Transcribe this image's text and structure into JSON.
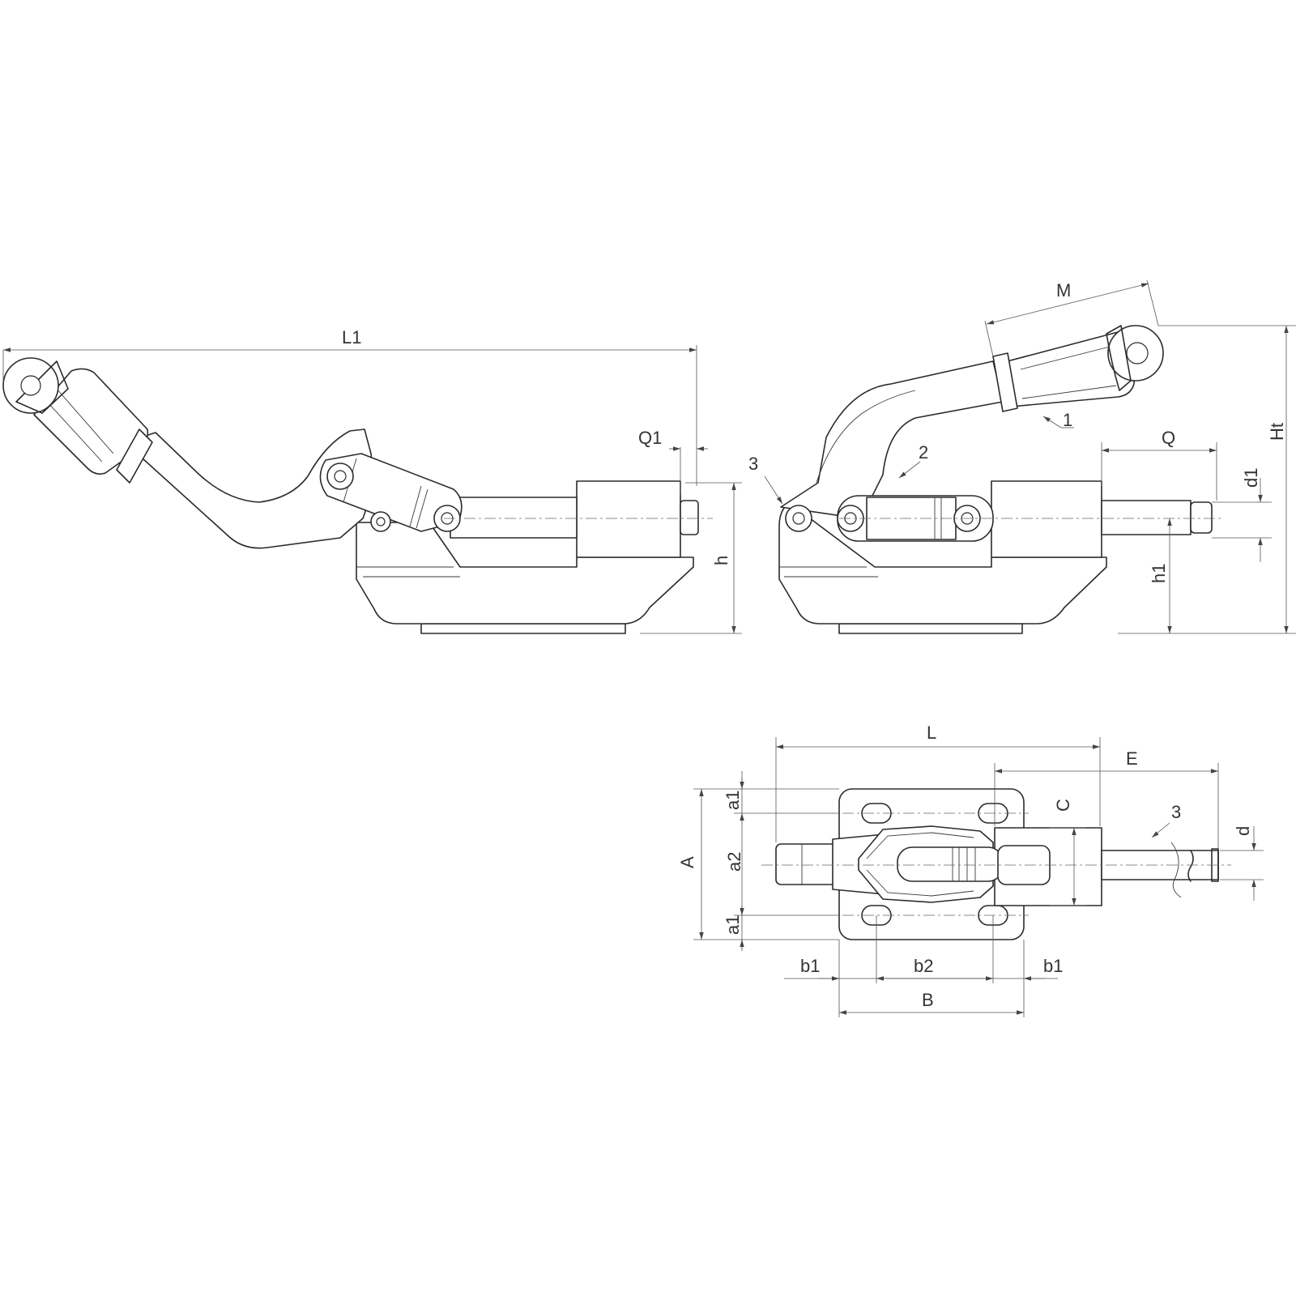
{
  "labels": {
    "L1": "L1",
    "Q1": "Q1",
    "h": "h",
    "M": "M",
    "Ht": "Ht",
    "Q": "Q",
    "d1": "d1",
    "h1": "h1",
    "callout_1": "1",
    "callout_2": "2",
    "callout_3_side": "3",
    "L": "L",
    "E": "E",
    "A": "A",
    "a1_top": "a1",
    "a2": "a2",
    "a1_bottom": "a1",
    "C": "C",
    "d": "d",
    "callout_3_top": "3",
    "b1_left": "b1",
    "b2": "b2",
    "b1_right": "b1",
    "B": "B"
  }
}
